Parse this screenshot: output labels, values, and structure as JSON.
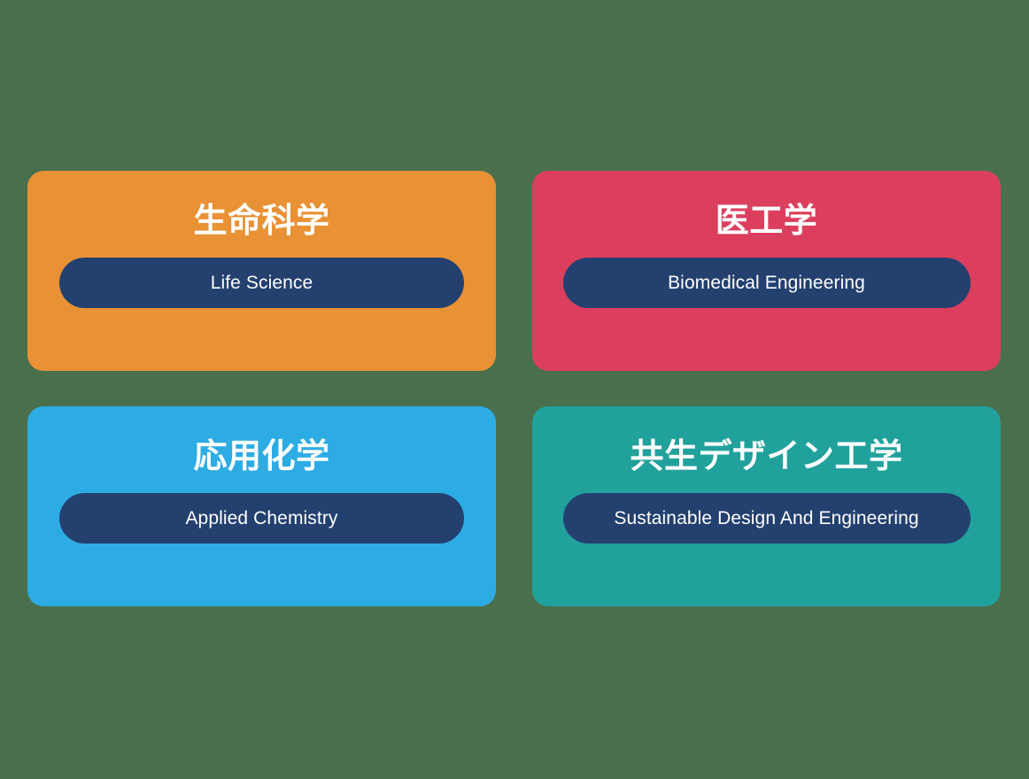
{
  "page": {
    "background_color": "#4a6f4c",
    "pill_color": "#23406f",
    "text_color": "#ffffff"
  },
  "cards": [
    {
      "id": "life-science",
      "title_ja": "生命科学",
      "title_en": "Life Science",
      "color": "#e89235"
    },
    {
      "id": "biomedical-engineering",
      "title_ja": "医工学",
      "title_en": "Biomedical Engineering",
      "color": "#dc3f5e"
    },
    {
      "id": "applied-chemistry",
      "title_ja": "応用化学",
      "title_en": "Applied Chemistry",
      "color": "#2dace4"
    },
    {
      "id": "sustainable-design-and-engineering",
      "title_ja": "共生デザイン工学",
      "title_en": "Sustainable Design And Engineering",
      "color": "#21a19c"
    }
  ]
}
